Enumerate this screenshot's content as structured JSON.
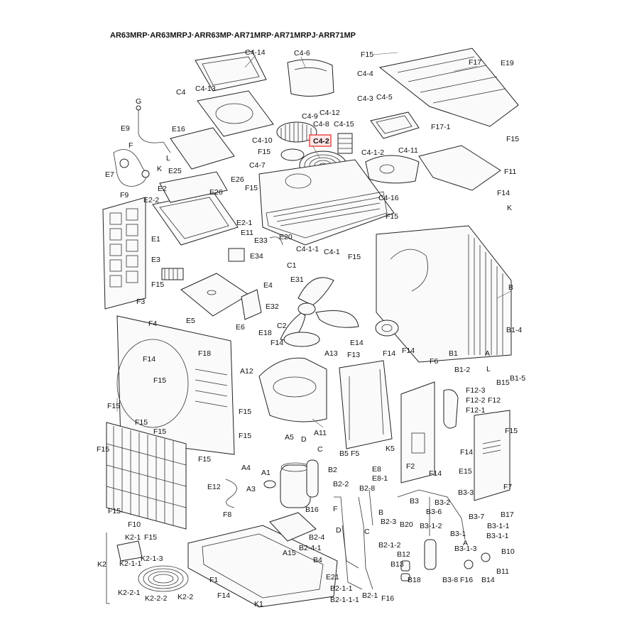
{
  "title": "AR63MRP·AR63MRPJ·ARR63MP·AR71MRP·AR71MRPJ·ARR71MP",
  "highlight": {
    "label": "C4-2",
    "color": "#e8322e"
  },
  "labels": [
    "C4-14",
    "C4-6",
    "F15",
    "F17",
    "E19",
    "C4-4",
    "C4",
    "C4-13",
    "C4-3",
    "C4-5",
    "C4-12",
    "C4-9",
    "C4-8",
    "C4-15",
    "G",
    "E9",
    "E16",
    "F",
    "C4-10",
    "F15",
    "C4-1-2",
    "C4-11",
    "F17-1",
    "F15",
    "E7",
    "K",
    "L",
    "C4-7",
    "E25",
    "E26",
    "F15",
    "E2",
    "E26",
    "F11",
    "F9",
    "E2-2",
    "F14",
    "C4-16",
    "K",
    "F15",
    "E2-1",
    "E1",
    "E11",
    "E33",
    "E20",
    "C4-1-1",
    "C4-1",
    "F15",
    "E34",
    "E3",
    "C1",
    "E31",
    "F15",
    "E4",
    "B",
    "F3",
    "E32",
    "E6",
    "C2",
    "E18",
    "E5",
    "F14",
    "B1-4",
    "E14",
    "F14",
    "F13",
    "F14",
    "F4",
    "A13",
    "F6",
    "B1",
    "F14",
    "F18",
    "A",
    "B1-2",
    "A12",
    "B15",
    "B1-5",
    "F15",
    "L",
    "F15",
    "F12-3",
    "F12-2",
    "F12",
    "F12-1",
    "F15",
    "F15",
    "F15",
    "F15",
    "A11",
    "F15",
    "A5",
    "D",
    "K5",
    "F14",
    "F15",
    "F15",
    "C",
    "B5",
    "F5",
    "F2",
    "A4",
    "A1",
    "B2",
    "E8",
    "E8-1",
    "F14",
    "E15",
    "E12",
    "A3",
    "B2-2",
    "B2-8",
    "F7",
    "B3",
    "F15",
    "B3-3",
    "F8",
    "B16",
    "F",
    "B3-2",
    "B3-6",
    "B17",
    "B",
    "B3-7",
    "F10",
    "B2-3",
    "B20",
    "B3-1-2",
    "B3-1-1",
    "K2-1",
    "F15",
    "D",
    "C",
    "B3-1",
    "B3-1-1",
    "B2-4",
    "K2",
    "B2-1-2",
    "A",
    "K2-1-1",
    "A15",
    "B2-4-1",
    "B3-1-3",
    "B10",
    "K2-1-3",
    "B12",
    "B4",
    "B13",
    "B11",
    "F1",
    "E21",
    "B18",
    "B3-8",
    "F16",
    "B14",
    "K2-2-1",
    "K2-2-2",
    "K2-2",
    "F14",
    "B2-1-1",
    "B2-1",
    "F16",
    "K1",
    "B2-1-1-1"
  ]
}
